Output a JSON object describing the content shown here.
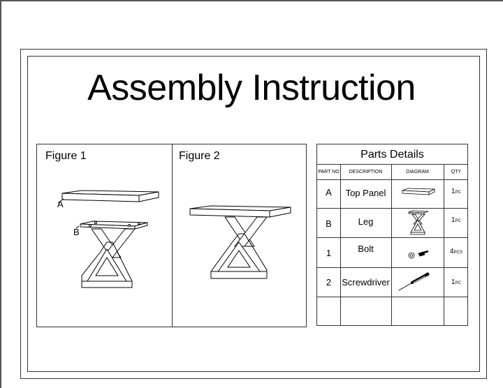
{
  "title": "Assembly Instruction",
  "figure1": {
    "label": "Figure 1",
    "callout_a": "A",
    "callout_b": "B"
  },
  "figure2": {
    "label": "Figure 2"
  },
  "parts": {
    "title": "Parts Details",
    "headers": [
      "PART NO",
      "DESCRIPTION",
      "DIAGRAM",
      "QTY"
    ],
    "rows": [
      {
        "id": "A",
        "description": "Top Panel",
        "diagram": "top-panel-icon",
        "qty": "1",
        "unit": "PC"
      },
      {
        "id": "B",
        "description": "Leg",
        "diagram": "leg-icon",
        "qty": "1",
        "unit": "PC"
      },
      {
        "id": "1",
        "description": "Bolt",
        "diagram": "bolt-icon",
        "qty": "4",
        "unit": "PCS"
      },
      {
        "id": "2",
        "description": "Screwdriver",
        "diagram": "screwdriver-icon",
        "qty": "1",
        "unit": "PC"
      }
    ]
  }
}
